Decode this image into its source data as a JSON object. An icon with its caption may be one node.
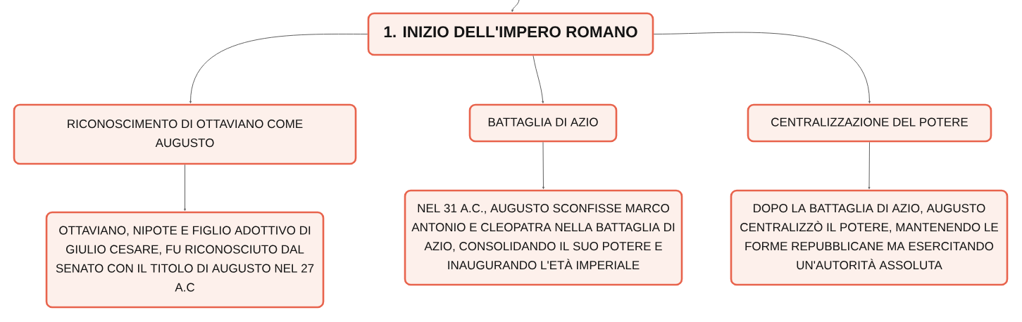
{
  "diagram": {
    "nodes": [
      {
        "text": [
          "1. INIZIO DELL'IMPERO ROMANO"
        ]
      },
      {
        "text": [
          "RICONOSCIMENTO DI OTTAVIANO COME AUGUSTO"
        ]
      },
      {
        "text": [
          "BATTAGLIA DI AZIO"
        ]
      },
      {
        "text": [
          "CENTRALIZZAZIONE DEL POTERE"
        ]
      },
      {
        "text": [
          "OTTAVIANO, NIPOTE E FIGLIO ADOTTIVO DI GIULIO CESARE, FU RICONOSCIUTO DAL SENATO CON IL TITOLO DI AUGUSTO NEL 27 A.C"
        ]
      },
      {
        "text": [
          "NEL 31 A.C., AUGUSTO SCONFISSE MARCO ANTONIO E CLEOPATRA NELLA BATTAGLIA DI AZIO, CONSOLIDANDO IL SUO POTERE E INAUGURANDO L'ETÀ IMPERIALE"
        ]
      },
      {
        "text": [
          "DOPO LA BATTAGLIA DI AZIO, AUGUSTO CENTRALIZZÒ IL POTERE, MANTENENDO LE FORME REPUBBLICANE MA ESERCITANDO UN'AUTORITÀ ASSOLUTA"
        ]
      }
    ],
    "edges": [
      {
        "from": null,
        "to": 0,
        "arrow": "to"
      },
      {
        "from": 0,
        "to": 1,
        "arrow": "to"
      },
      {
        "from": 0,
        "to": 2,
        "arrow": "to"
      },
      {
        "from": 0,
        "to": 3,
        "arrow": "to"
      },
      {
        "from": 1,
        "to": 4,
        "arrow": "to"
      },
      {
        "from": 2,
        "to": 5,
        "arrow": "to"
      },
      {
        "from": 3,
        "to": 6,
        "arrow": "to"
      }
    ]
  }
}
